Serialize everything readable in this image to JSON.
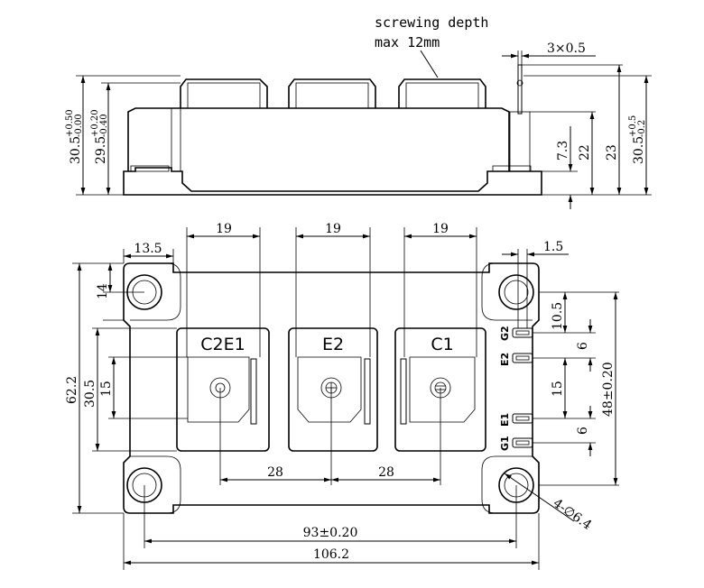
{
  "side_view": {
    "note_line1": "screwing depth",
    "note_line2": "max 12mm",
    "pin_width": "3×0.5",
    "h_total_left": {
      "base": "30.5",
      "sup": "+0.50",
      "sub": "-0.00"
    },
    "h_body_left": {
      "base": "29.5",
      "sup": "+0.20",
      "sub": "-0.40"
    },
    "h_pin_low": "7.3",
    "h_pin_mid": "22",
    "h_pin_top": "23",
    "h_total_right": {
      "base": "30.5",
      "sup": "+0.5",
      "sub": "-0.2"
    }
  },
  "top_view": {
    "terminal_width_1": "19",
    "terminal_width_2": "19",
    "terminal_width_3": "19",
    "edge_offset": "13.5",
    "pin_pitch": "1.5",
    "corner_offset": "14",
    "height_total": "62.2",
    "height_terminal": "30.5",
    "height_inner": "15",
    "pin_top_offset": "10.5",
    "pin_gap_upper": "6",
    "pin_gap_mid": "15",
    "pin_gap_lower": "6",
    "pin_span": "48±0.20",
    "terminal_pitch_1": "28",
    "terminal_pitch_2": "28",
    "hole_pitch": "93±0.20",
    "width_total": "106.2",
    "hole_spec": "4-∅6.4"
  },
  "terminals": [
    "C2E1",
    "E2",
    "C1"
  ],
  "pins": [
    "G2",
    "E2",
    "E1",
    "G1"
  ]
}
